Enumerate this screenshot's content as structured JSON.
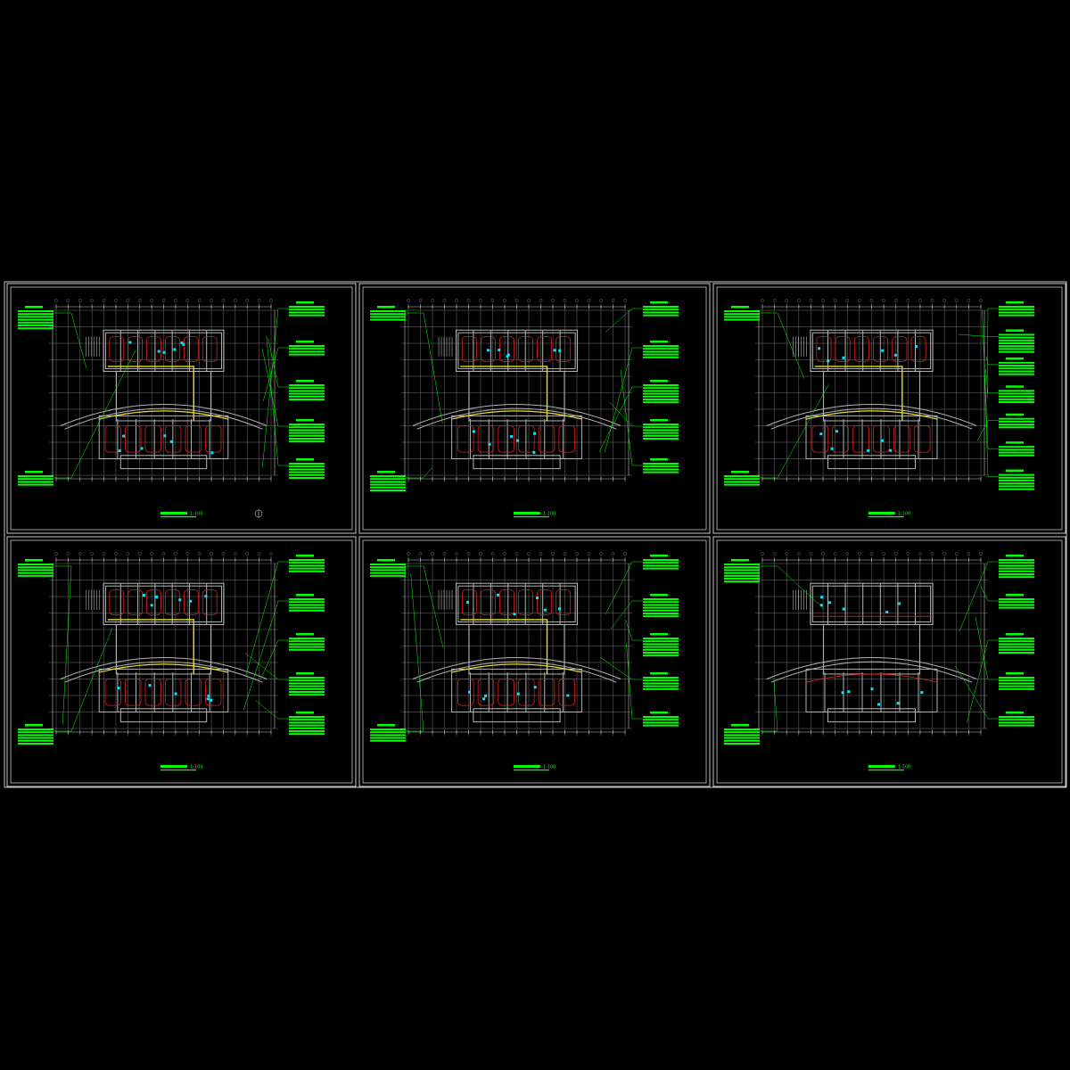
{
  "theme": {
    "background": "#000000",
    "sheet_border": "#c8c8c8",
    "grid": "#8a8a8a",
    "wall": "#b4b4b4",
    "pipe_red": "#e02020",
    "pipe_yellow": "#e8e020",
    "annotation_green": "#00ff00",
    "device_cyan": "#00e8ff"
  },
  "drawing": {
    "sheet_count": 6,
    "sheets": [
      {
        "id": "sheet-1",
        "title": "",
        "scale": "1:100"
      },
      {
        "id": "sheet-2",
        "title": "",
        "scale": "1:100"
      },
      {
        "id": "sheet-3",
        "title": "",
        "scale": "1:100"
      },
      {
        "id": "sheet-4",
        "title": "",
        "scale": "1:100"
      },
      {
        "id": "sheet-5",
        "title": "",
        "scale": "1:100"
      },
      {
        "id": "sheet-6",
        "title": "",
        "scale": "1:100"
      }
    ]
  }
}
